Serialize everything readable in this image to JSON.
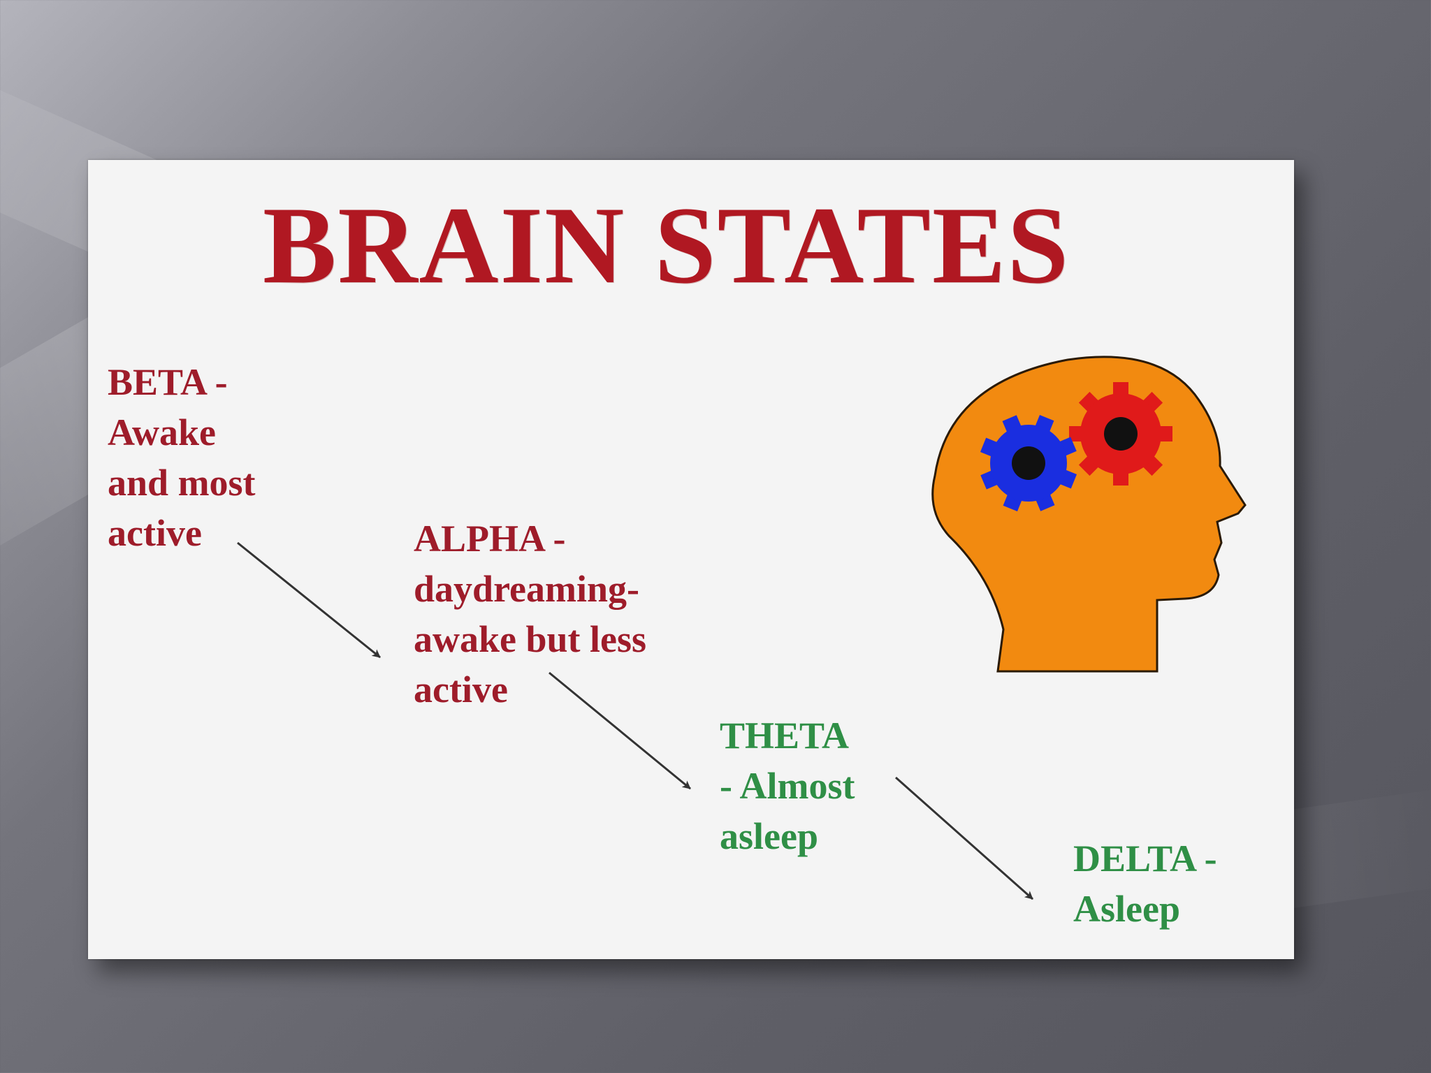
{
  "title": "BRAIN STATES",
  "colors": {
    "title": "#b01822",
    "beta_alpha_text": "#9e1c2a",
    "theta_delta_text": "#2f8f46",
    "head": "#f28a10",
    "gear_left": "#1a2ee0",
    "gear_right": "#e01a1a",
    "arrow": "#333333"
  },
  "states": [
    {
      "id": "beta",
      "lines": [
        "BETA -",
        "Awake",
        "and most",
        "active"
      ]
    },
    {
      "id": "alpha",
      "lines": [
        "ALPHA -",
        "daydreaming-",
        "awake but less",
        "active"
      ]
    },
    {
      "id": "theta",
      "lines": [
        "THETA",
        "- Almost",
        "asleep"
      ]
    },
    {
      "id": "delta",
      "lines": [
        "DELTA -",
        "Asleep"
      ]
    }
  ],
  "illustration": {
    "head_icon": "head-silhouette-icon",
    "gear_icons": [
      "blue-gear-icon",
      "red-gear-icon"
    ]
  }
}
